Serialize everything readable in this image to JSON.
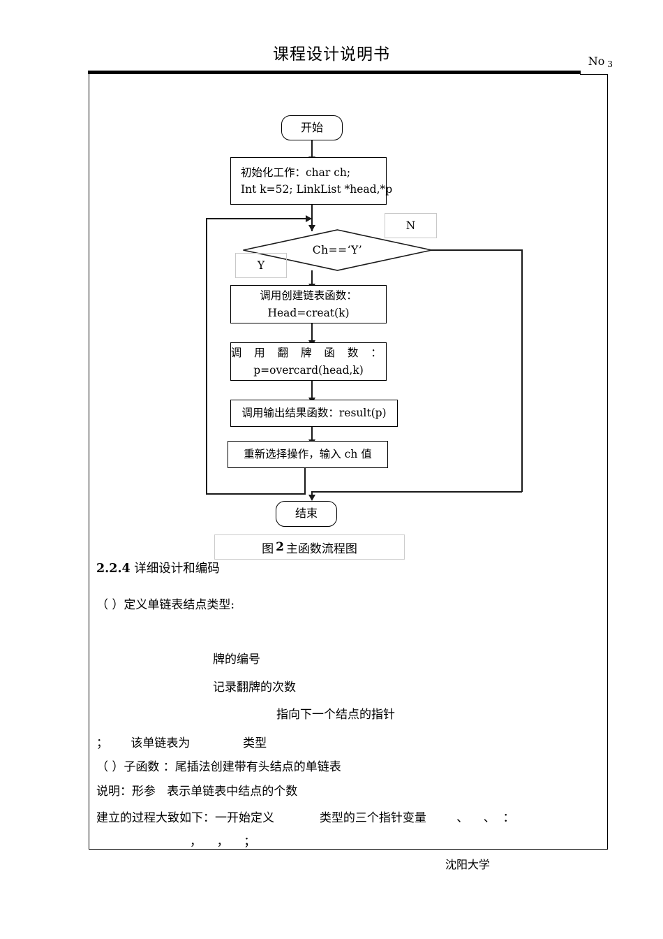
{
  "header": {
    "title": "课程设计说明书",
    "page_label": "No",
    "page_number": "3"
  },
  "flowchart": {
    "caption_prefix": "图",
    "caption_number": "2",
    "caption_text": "主函数流程图",
    "start": "开始",
    "end": "结束",
    "init_line1": "初始化工作：char   ch;",
    "init_line2": "Int k=52;   LinkList *head,*p",
    "decision": "Ch==‘Y’",
    "branch_yes": "Y",
    "branch_no": "N",
    "step1_line1": "调用创建链表函数：",
    "step1_line2": "Head=creat(k)",
    "step2_line1": "调 用 翻 牌 函 数 ：",
    "step2_line2": "p=overcard(head,k)",
    "step3": "调用输出结果函数：result(p)",
    "step4": "重新选择操作，输入 ch 值"
  },
  "body": {
    "section_number": "2.2.4",
    "section_title": "详细设计和编码",
    "line_define_node": "（ ）定义单链表结点类型:",
    "line_card_number": "牌的编号",
    "line_flip_count": "记录翻牌的次数",
    "line_next_pointer": "指向下一个结点的指针",
    "line_list_type": "；      该单链表为              类型",
    "line_subfunction": "（ ）子函数 ：尾插法创建带有头结点的单链表",
    "line_param_note": "说明：形参   表示单链表中结点的个数",
    "line_process": "建立的过程大致如下：一开始定义            类型的三个指针变量        、    、  ：",
    "line_process_cont": "，    ，    ；"
  },
  "footer": {
    "university": "沈阳大学"
  }
}
